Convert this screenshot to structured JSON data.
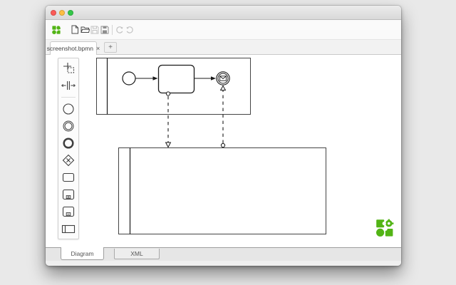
{
  "window": {
    "traffic_lights": [
      {
        "name": "close",
        "color": "#fc5b57"
      },
      {
        "name": "minimize",
        "color": "#fdbe41"
      },
      {
        "name": "maximize",
        "color": "#34c748"
      }
    ]
  },
  "toolbar": {
    "icons": [
      {
        "name": "app-logo",
        "enabled": true
      },
      {
        "name": "new-file",
        "enabled": true
      },
      {
        "name": "open-file",
        "enabled": true
      },
      {
        "name": "save",
        "enabled": false
      },
      {
        "name": "save-as",
        "enabled": false
      },
      {
        "name": "undo",
        "enabled": false
      },
      {
        "name": "redo",
        "enabled": false
      }
    ]
  },
  "tab_bar": {
    "active_tab": {
      "label": "screenshot.bpmn",
      "close_glyph": "×"
    },
    "new_tab_label": "+"
  },
  "palette": {
    "tools": [
      "lasso-tool",
      "space-tool"
    ],
    "elements": [
      "start-event",
      "intermediate-event",
      "end-event",
      "gateway",
      "task",
      "subprocess-collapsed",
      "subprocess-expanded",
      "participant"
    ]
  },
  "diagram": {
    "pools": [
      {
        "name": "participant-top",
        "has_label_band": true
      },
      {
        "name": "participant-bottom",
        "has_label_band": true
      }
    ],
    "elements": [
      "start-event",
      "task",
      "message-intermediate-catch-event"
    ],
    "flows": [
      {
        "name": "sequence-flow-1",
        "from": "start-event",
        "to": "task",
        "style": "solid"
      },
      {
        "name": "sequence-flow-2",
        "from": "task",
        "to": "message-intermediate-catch-event",
        "style": "solid"
      },
      {
        "name": "message-flow-1",
        "from": "task",
        "to": "participant-bottom",
        "style": "dashed"
      },
      {
        "name": "message-flow-2",
        "from": "participant-bottom",
        "to": "message-intermediate-catch-event",
        "style": "dashed"
      }
    ]
  },
  "bottom_tabs": [
    {
      "label": "Diagram",
      "active": true
    },
    {
      "label": "XML",
      "active": false
    }
  ],
  "branding": {
    "watermark": "bpmn-io-logo",
    "accent_green": "#52b415"
  }
}
